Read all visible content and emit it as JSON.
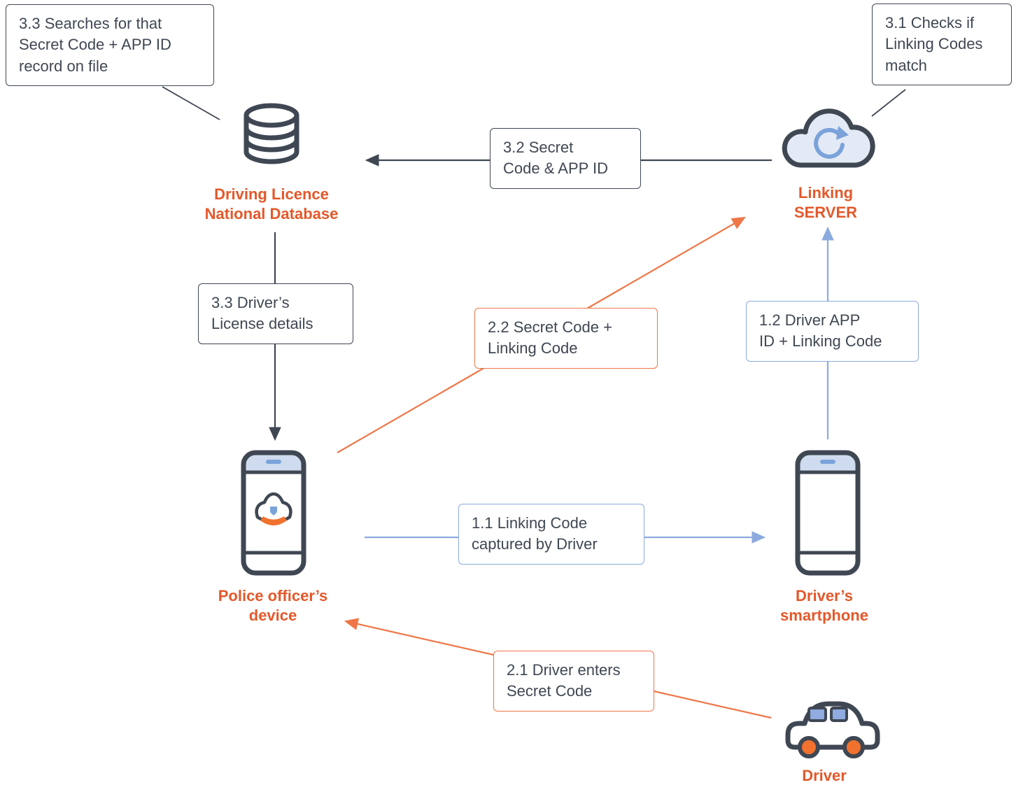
{
  "colors": {
    "dark": "#3f4753",
    "orange": "#ef7647",
    "orange_text": "#e4582a",
    "blue": "#8caade"
  },
  "callouts": {
    "searches": "3.3 Searches for that\nSecret Code + APP ID\nrecord on file",
    "checks": "3.1 Checks if\nLinking Codes\nmatch",
    "secret_code_app_id": "3.2 Secret\nCode & APP ID",
    "license_details": "3.3 Driver’s\nLicense details",
    "secret_plus_linking": "2.2 Secret Code +\nLinking Code",
    "driver_app_id": "1.2 Driver APP\nID + Linking Code",
    "linking_code_captured": "1.1 Linking Code\ncaptured by Driver",
    "driver_enters_secret": "2.1 Driver enters\nSecret Code"
  },
  "nodes": {
    "database": "Driving Licence\nNational Database",
    "server": "Linking\nSERVER",
    "police_device": "Police officer’s\ndevice",
    "driver_phone": "Driver’s\nsmartphone",
    "driver": "Driver"
  }
}
